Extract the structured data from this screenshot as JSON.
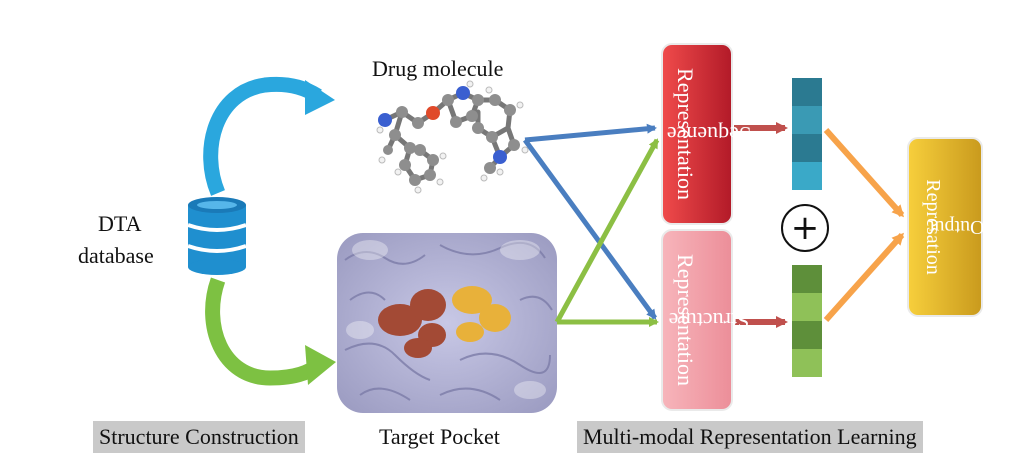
{
  "labels": {
    "drug_molecule": "Drug molecule",
    "dta_database_line1": "DTA",
    "dta_database_line2": "database",
    "sequence_line1": "Sequence",
    "sequence_line2": "Representation",
    "structure_line1": "Structure",
    "structure_line2": "Representation",
    "output_line1": "Output",
    "output_line2": "Represation",
    "plus_symbol": "+"
  },
  "captions": {
    "structure_construction": "Structure Construction",
    "target_pocket": "Target Pocket",
    "multimodal_learning": "Multi-modal Representation Learning"
  },
  "colors": {
    "blue_arrow": "#2aa7de",
    "green_arrow": "#7dc142",
    "cross_blue": "#4a7ec0",
    "cross_green": "#8cbf44",
    "red_arrow": "#c0504d",
    "orange_arrow": "#f7a34a",
    "sequence_box": "#e23a3f",
    "structure_box": "#f3a0a8",
    "output_box": "#f2c433",
    "sequence_vector": [
      "#2b7a91",
      "#3a9ab4",
      "#2b7a91",
      "#3aa9c8"
    ],
    "structure_vector": [
      "#5e8f3a",
      "#8fc158",
      "#5e8f3a",
      "#8fc158"
    ],
    "database": "#1f8fcf",
    "caption_shade": "#c9c9c9"
  }
}
